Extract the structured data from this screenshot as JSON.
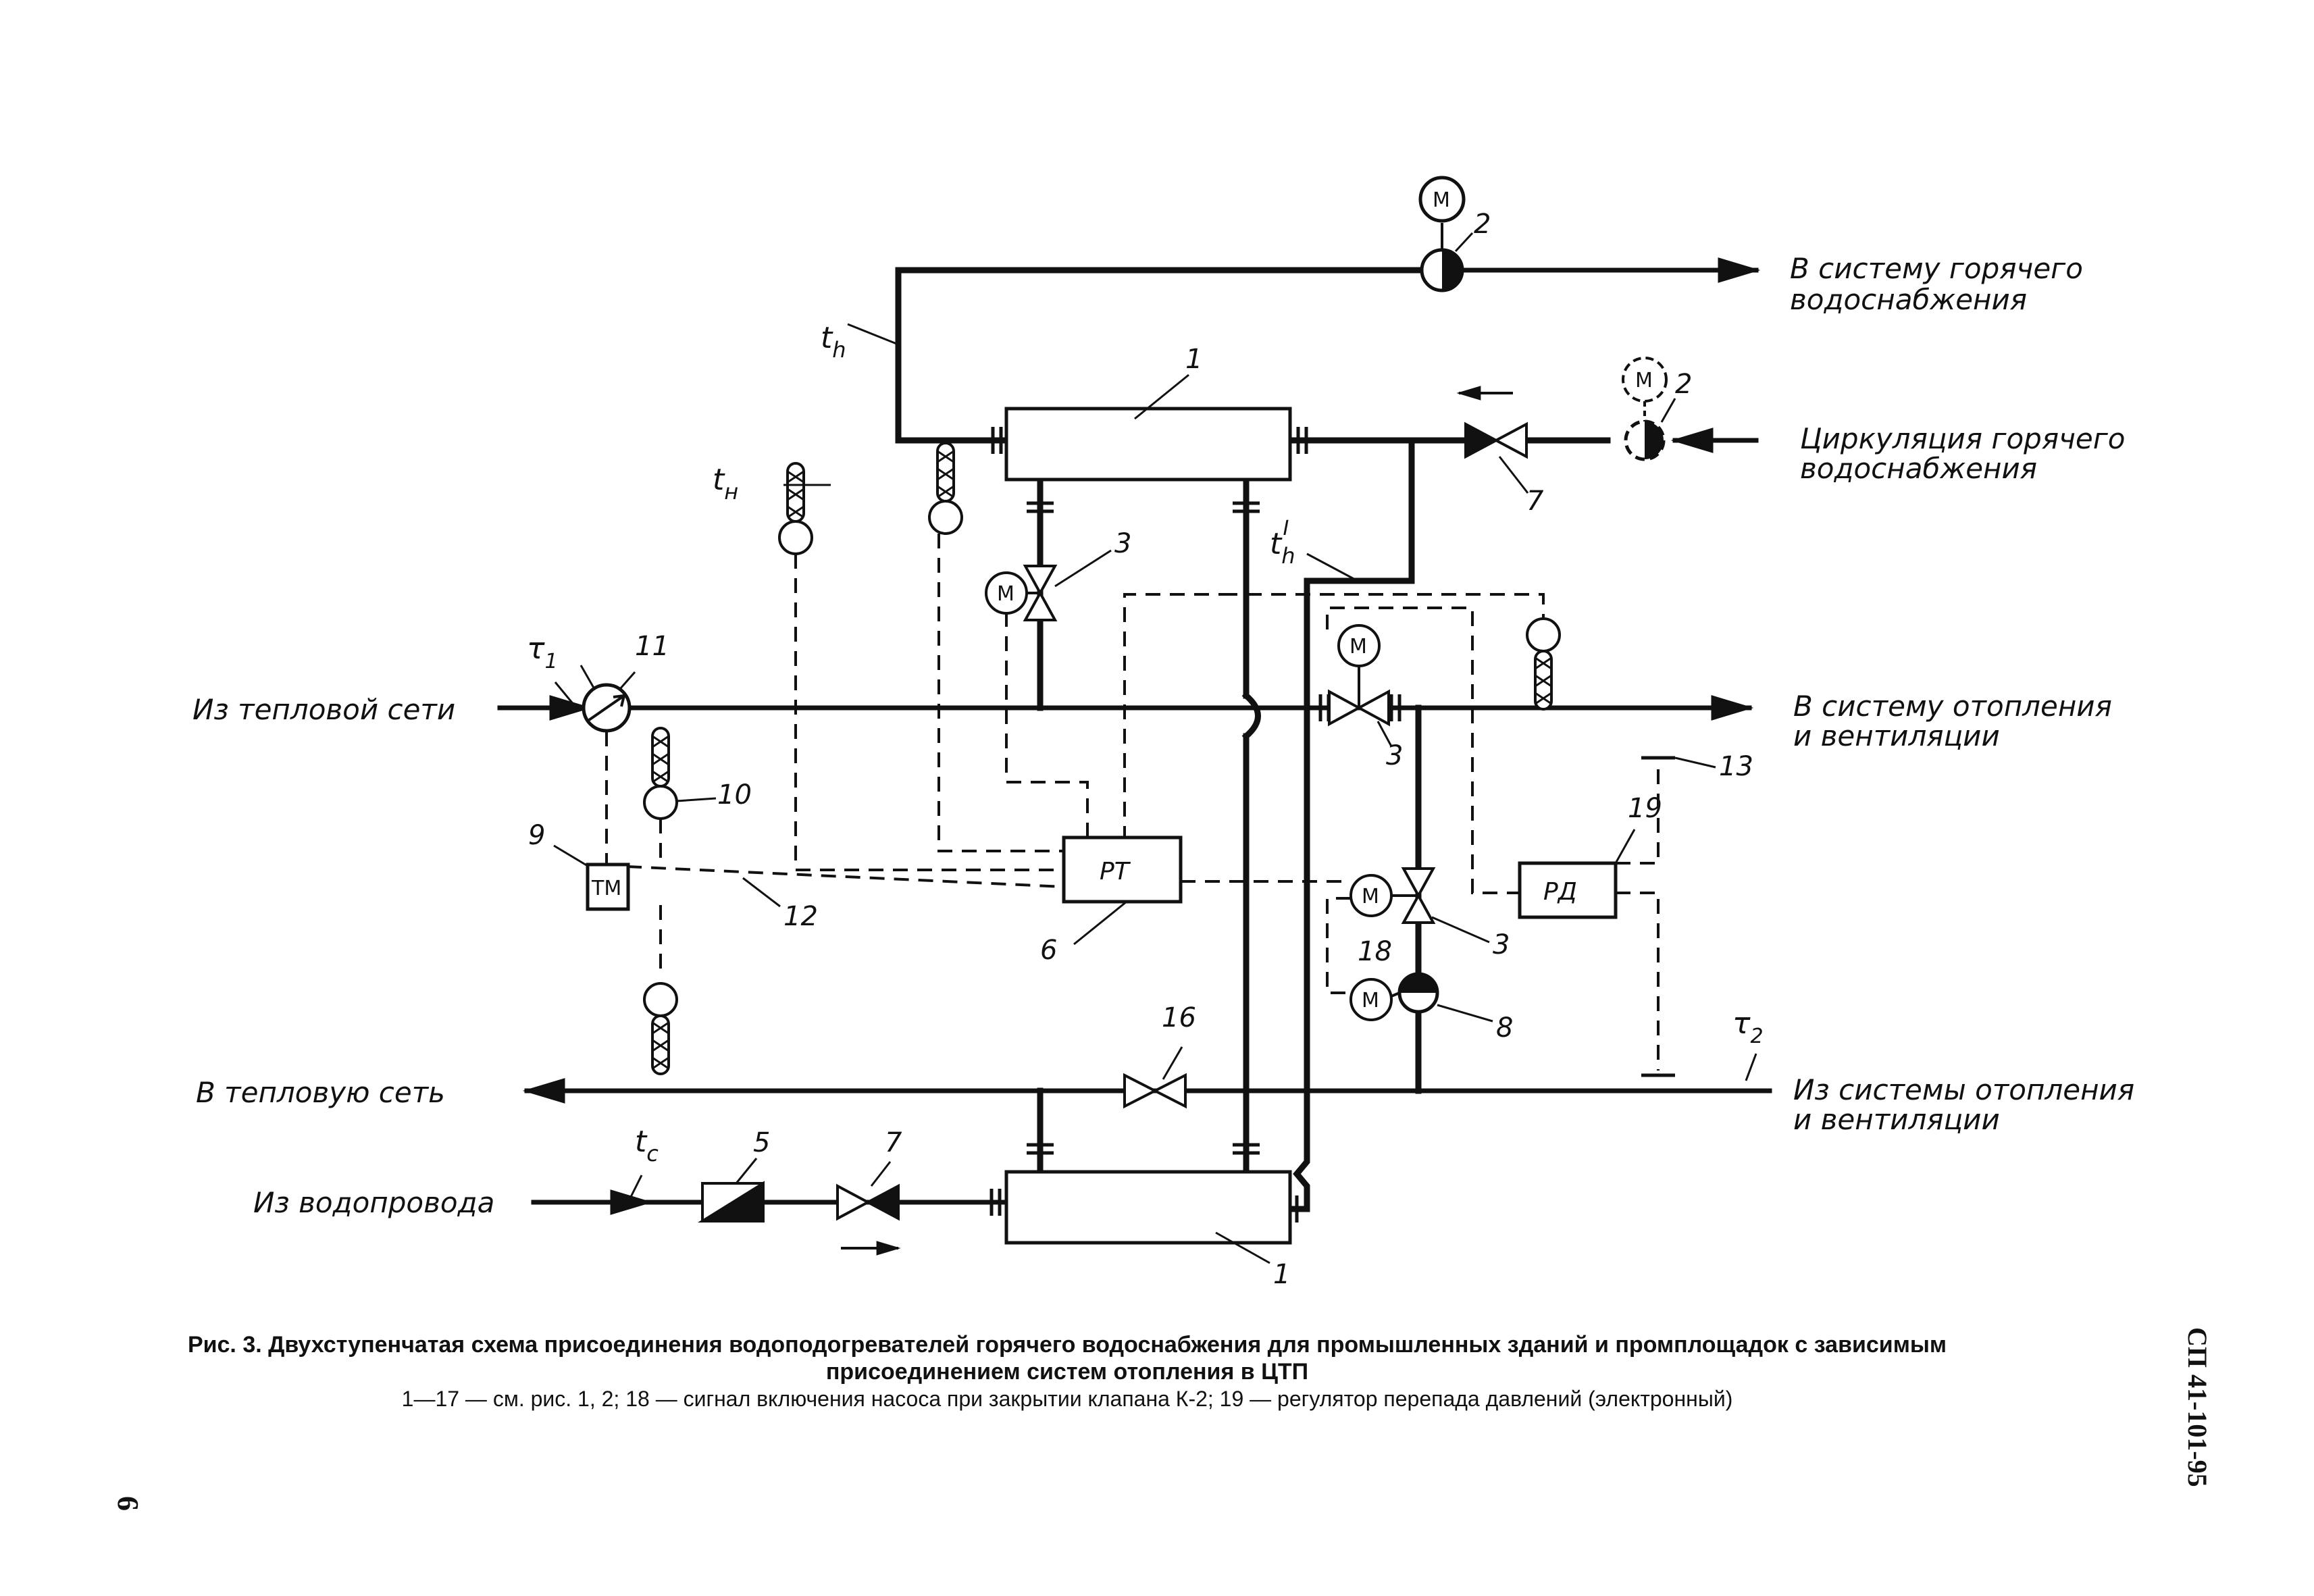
{
  "labels": {
    "hw_supply": [
      "В систему горячего",
      "водоснабжения"
    ],
    "hw_circ": [
      "Циркуляция горячего",
      "водоснабжения"
    ],
    "from_heat_net": "Из тепловой сети",
    "to_heating": [
      "В систему отопления",
      "и вентиляции"
    ],
    "to_heat_net": "В тепловую сеть",
    "from_heating": [
      "Из системы отопления",
      "и вентиляции"
    ],
    "from_water": "Из водопровода"
  },
  "symbols": {
    "th": "t",
    "th_sub": "h",
    "th1_sup": "I",
    "tn": "t",
    "tn_sub": "н",
    "tc": "t",
    "tc_sub": "c",
    "tau": "τ",
    "tau1_sub": "1",
    "tau2_sub": "2"
  },
  "boxes": {
    "pt": "РТ",
    "pd": "РД",
    "tm": "ТМ",
    "motor": "М"
  },
  "numbers": {
    "n1": "1",
    "n2": "2",
    "n3": "3",
    "n5": "5",
    "n6": "6",
    "n7": "7",
    "n8": "8",
    "n9": "9",
    "n10": "10",
    "n11": "11",
    "n12": "12",
    "n13": "13",
    "n16": "16",
    "n18": "18",
    "n19": "19"
  },
  "caption": {
    "title_line1": "Рис. 3. Двухступенчатая схема присоединения водоподогревателей горячего водоснабжения для промышленных зданий и промплощадок с зависимым",
    "title_line2": "присоединением систем отопления в ЦТП",
    "legend": "1—17 — см. рис. 1, 2; 18 — сигнал включения насоса при закрытии клапана К-2; 19 — регулятор перепада давлений (электронный)"
  },
  "side_code": "СП 41-101-95",
  "page_number": "6",
  "colors": {
    "ink": "#111111",
    "paper": "#ffffff"
  }
}
